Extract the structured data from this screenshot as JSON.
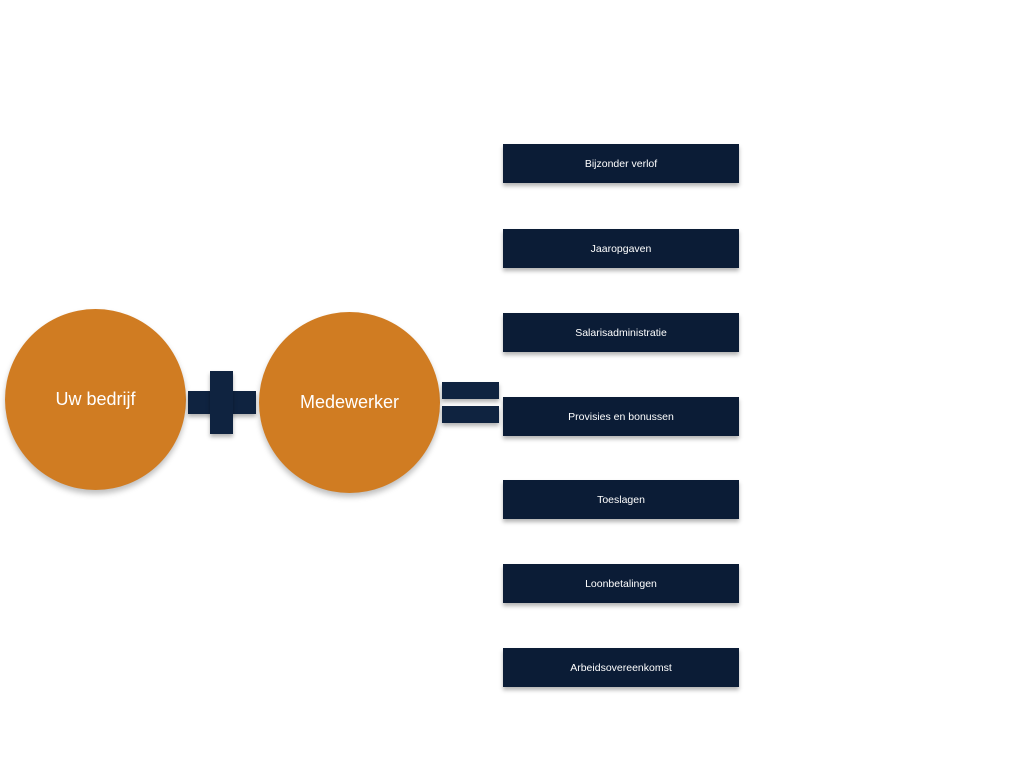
{
  "diagram": {
    "left_term": "Uw bedrijf",
    "right_term": "Medewerker",
    "operators": {
      "plus": "plus",
      "equals": "equals"
    },
    "colors": {
      "circle": "#d07c22",
      "box": "#0b1c36",
      "operator": "#0f2340",
      "text": "#ffffff"
    },
    "results": [
      "Bijzonder verlof",
      "Jaaropgaven",
      "Salarisadministratie",
      "Provisies en bonussen",
      "Toeslagen",
      "Loonbetalingen",
      "Arbeidsovereenkomst"
    ]
  }
}
